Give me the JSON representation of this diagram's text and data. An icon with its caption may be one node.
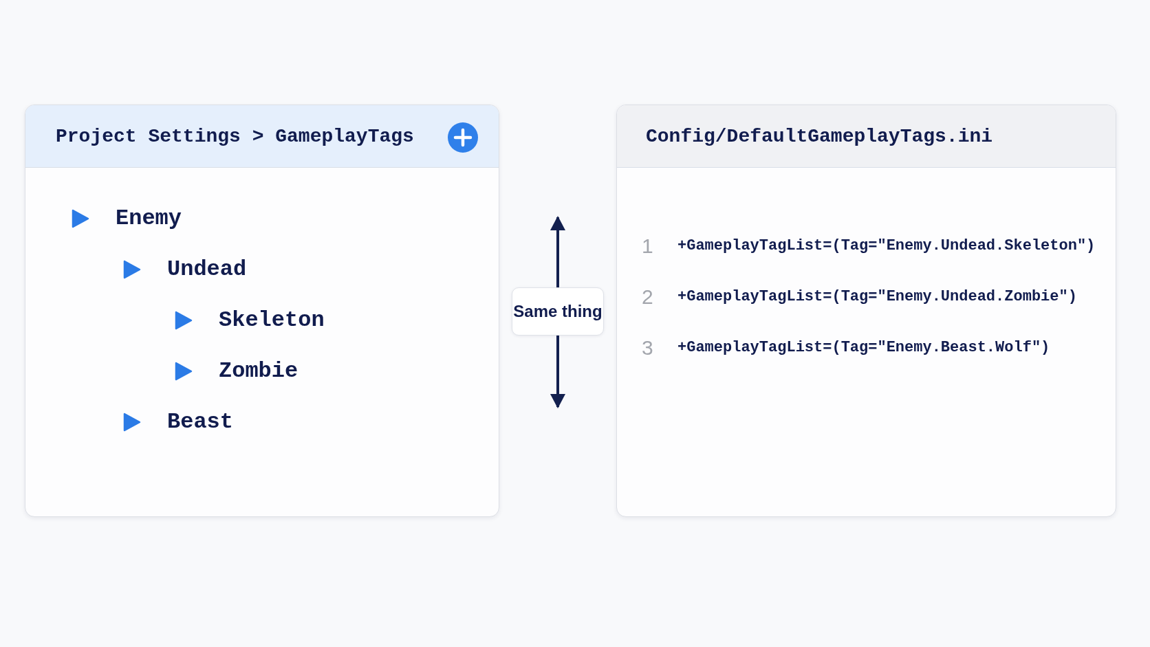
{
  "diagram": {
    "nodes": [
      {
        "text": [
          "Project Settings > GameplayTags",
          "Enemy",
          "Undead",
          "Skeleton",
          "Zombie",
          "Beast"
        ]
      },
      {
        "text": [
          "Config/DefaultGameplayTags.ini",
          "1",
          "+GameplayTagList=(Tag=\"Enemy.Undead.Skeleton\")",
          "2",
          "+GameplayTagList=(Tag=\"Enemy.Undead.Zombie\")",
          "3",
          "+GameplayTagList=(Tag=\"Enemy.Beast.Wolf\")"
        ]
      },
      {
        "text": [
          "Same thing"
        ]
      }
    ],
    "edges": [
      {
        "from": 2,
        "to": null,
        "arrow": "to"
      },
      {
        "from": 2,
        "to": null,
        "arrow": "to"
      }
    ]
  }
}
